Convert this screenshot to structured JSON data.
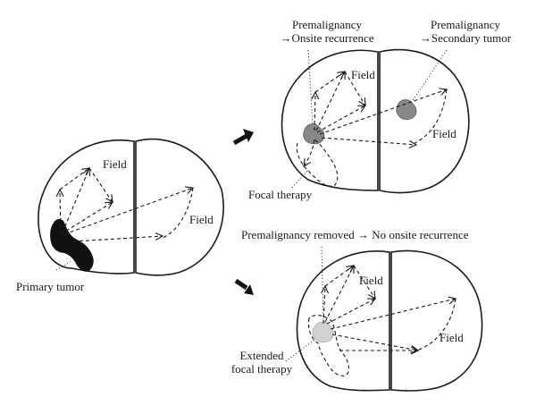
{
  "labels": {
    "field": "Field",
    "primary_tumor": "Primary tumor",
    "premalignancy": "Premalignancy",
    "onsite_recurrence": "→Onsite recurrence",
    "secondary_tumor": "→Secondary tumor",
    "focal_therapy": "Focal therapy",
    "premalignancy_removed": "Premalignancy removed → No onsite recurrence",
    "extended": "Extended",
    "extended_focal_therapy": "focal therapy"
  },
  "colors": {
    "stroke": "#1a1a1a",
    "primary_tumor_fill": "#111111",
    "premalignancy_fill": "#888888",
    "removed_fill": "#d2d2d2"
  },
  "icons": [
    "right-down-arrow-icon",
    "right-down-arrow-icon"
  ]
}
